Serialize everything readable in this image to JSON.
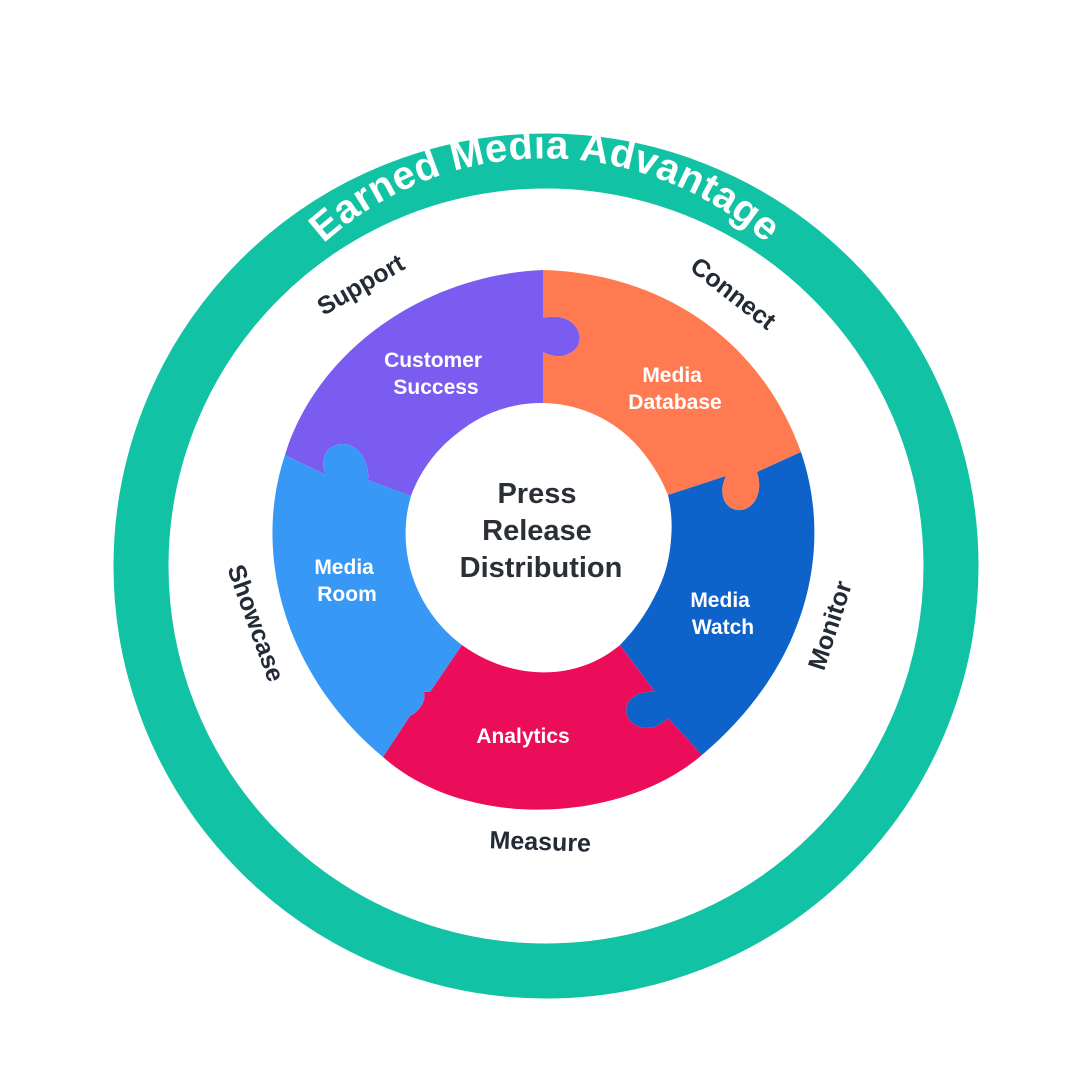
{
  "title": "Earned Media Advantage",
  "center": {
    "line1": "Press",
    "line2": "Release",
    "line3": "Distribution"
  },
  "verbs": {
    "support": "Support",
    "connect": "Connect",
    "monitor": "Monitor",
    "measure": "Measure",
    "showcase": "Showcase"
  },
  "segments": {
    "customer_success": {
      "line1": "Customer",
      "line2": "Success",
      "color": "#7B5CF0"
    },
    "media_database": {
      "line1": "Media",
      "line2": "Database",
      "color": "#FF7A50"
    },
    "media_watch": {
      "line1": "Media",
      "line2": "Watch",
      "color": "#0D63C9"
    },
    "analytics": {
      "line1": "Analytics",
      "color": "#EC0D5A"
    },
    "media_room": {
      "line1": "Media",
      "line2": "Room",
      "color": "#3898F6"
    }
  },
  "colors": {
    "outer_ring": "#11C2A4",
    "background": "#FFFFFF",
    "verb_text": "#222B36",
    "center_text": "#2B2F36"
  }
}
